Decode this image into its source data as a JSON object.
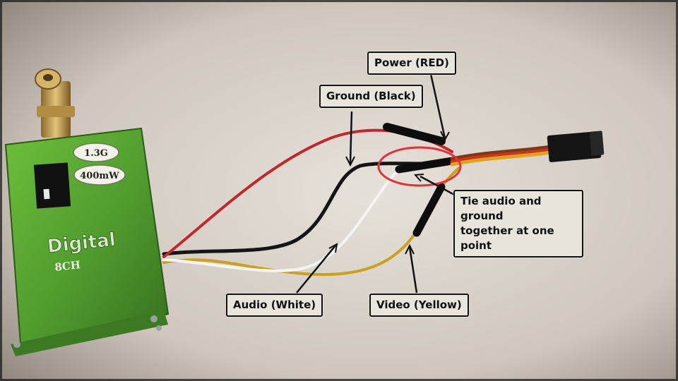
{
  "device": {
    "badge_band": "1.3G",
    "badge_power": "400mW",
    "brand": "Digital",
    "channels": "8CH"
  },
  "annotations": {
    "power": "Power (RED)",
    "ground": "Ground (Black)",
    "tie_line1": "Tie audio and ground",
    "tie_line2": "together at one point",
    "audio": "Audio (White)",
    "video": "Video (Yellow)"
  },
  "colors": {
    "wire_power": "#c0282b",
    "wire_ground": "#151515",
    "wire_audio": "#f4f4f2",
    "wire_video": "#c9a11c",
    "highlight_circle": "#e0323c",
    "device_body": "#4f9a2e"
  }
}
